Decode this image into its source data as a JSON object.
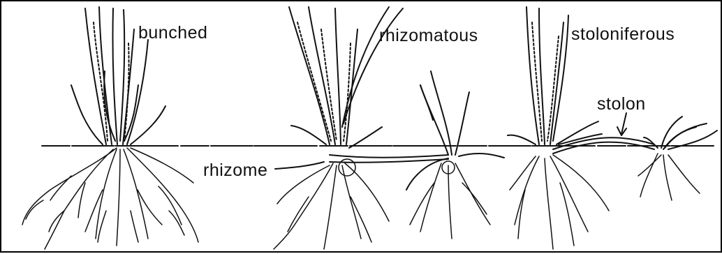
{
  "labels": {
    "bunched": "bunched",
    "rhizomatous": "rhizomatous",
    "stoloniferous": "stoloniferous",
    "stolon": "stolon",
    "rhizome": "rhizome"
  }
}
